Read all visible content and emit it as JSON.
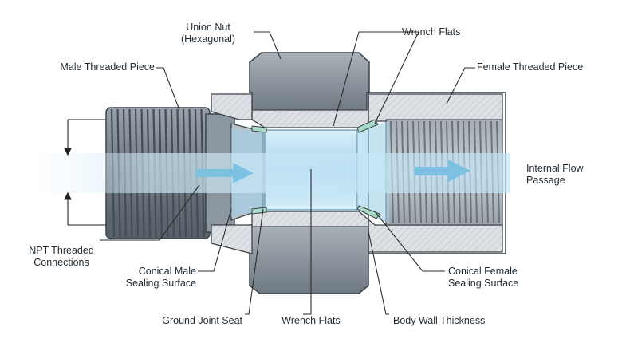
{
  "labels": {
    "union_nut": "Union Nut\n(Hexagonal)",
    "wrench_flats_top": "Wrench Flats",
    "male_threaded_piece": "Male Threaded Piece",
    "female_threaded_piece": "Female Threaded Piece",
    "internal_flow_passage": "Internal Flow\nPassage",
    "npt_threaded_connections": "NPT Threaded\nConnections",
    "conical_male_sealing_surface": "Conical Male\nSealing Surface",
    "conical_female_sealing_surface": "Conical Female\nSealing Surface",
    "ground_joint_seat": "Ground Joint Seat",
    "wrench_flats_bottom": "Wrench Flats",
    "body_wall_thickness": "Body Wall Thickness"
  },
  "colors": {
    "steel_dark": "#5f6a73",
    "steel_mid": "#8d979f",
    "steel_light": "#c9cfd4",
    "section_fill": "#d9dde1",
    "flow_blue": "#bfe3f5",
    "flow_arrow": "#7cc1e2",
    "seat_green": "#a8dcc8",
    "outline": "#3c434a"
  },
  "icons": {
    "flow_arrow_left": "right-arrow-icon",
    "flow_arrow_right": "right-arrow-icon"
  }
}
